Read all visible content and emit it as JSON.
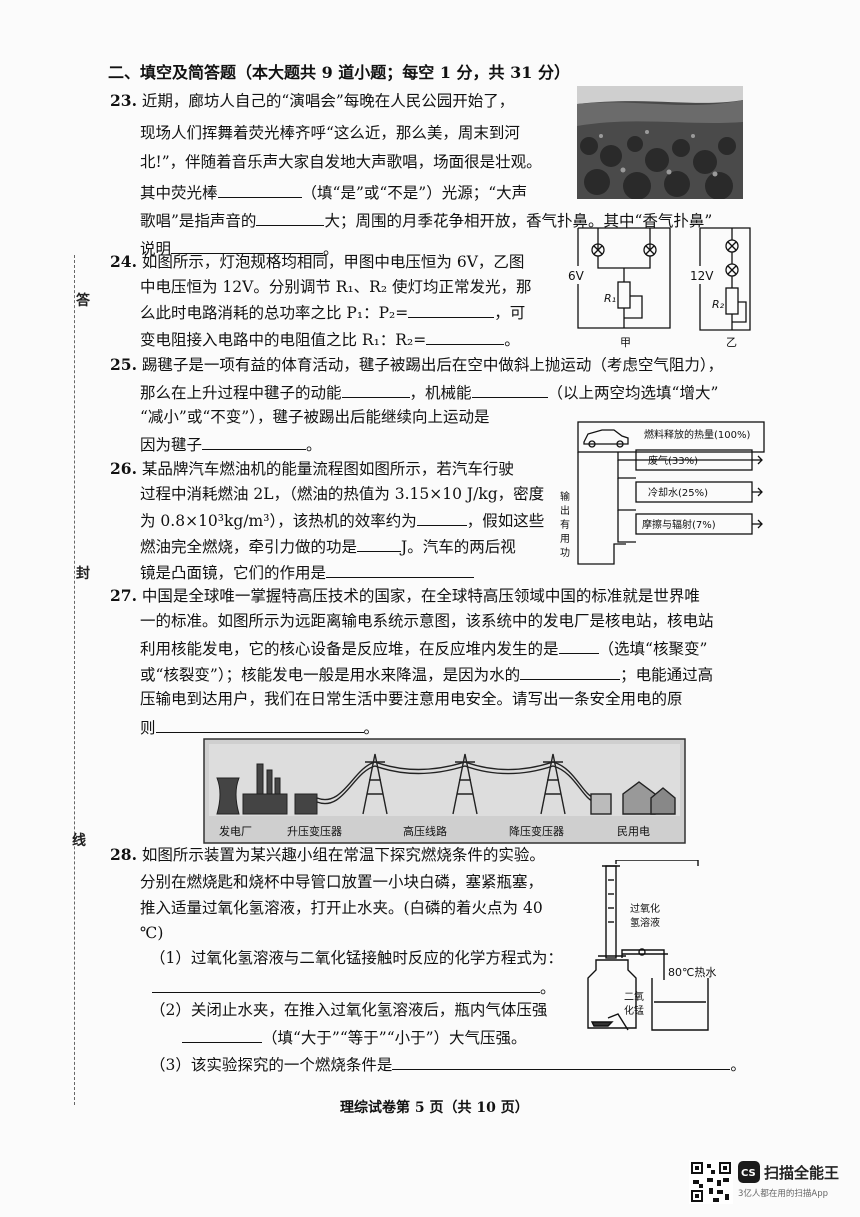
{
  "section_header": "二、填空及简答题（本大题共 9 道小题；每空 1 分，共 31 分）",
  "q23": {
    "num": "23.",
    "l1": "近期，廊坊人自己的“演唱会”每晚在人民公园开始了，",
    "l2": "现场人们挥舞着荧光棒齐呼“这么近，那么美，周末到河",
    "l3": "北!”，伴随着音乐声大家自发地大声歌唱，场面很是壮观。",
    "l4a": "其中荧光棒",
    "l4b": "（填“是”或“不是”）光源；“大声",
    "l5a": "歌唱”是指声音的",
    "l5b": "大；周围的月季花争相开放，香气扑鼻。其中“香气扑鼻”",
    "l6a": "说明",
    "l6b": "。"
  },
  "q24": {
    "num": "24.",
    "l1": "如图所示，灯泡规格均相同，甲图中电压恒为 6V，乙图",
    "l2": "中电压恒为 12V。分别调节 R₁、R₂ 使灯均正常发光，那",
    "l3a": "么此时电路消耗的总功率之比 P₁：P₂=",
    "l3b": "，可",
    "l4a": "变电阻接入电路中的电阻值之比 R₁：R₂=",
    "l4b": "。",
    "fig": {
      "v1": "6V",
      "v2": "12V",
      "r1": "R₁",
      "r2": "R₂",
      "cap1": "甲",
      "cap2": "乙"
    }
  },
  "q25": {
    "num": "25.",
    "l1": "踢毽子是一项有益的体育活动，毽子被踢出后在空中做斜上抛运动（考虑空气阻力），",
    "l2a": "那么在上升过程中毽子的动能",
    "l2b": "，机械能",
    "l2c": "（以上两空均选填“增大”",
    "l3": "“减小”或“不变”），毽子被踢出后能继续向上运动是",
    "l4a": "因为毽子",
    "l4b": "。"
  },
  "q26": {
    "num": "26.",
    "l1": "某品牌汽车燃油机的能量流程图如图所示，若汽车行驶",
    "l2": "过程中消耗燃油 2L，（燃油的热值为 3.15×10 J/kg，密度",
    "l3a": "为 0.8×10³kg/m³），该热机的效率约为",
    "l3b": "，假如这些",
    "l4a": "燃油完全燃烧，牵引力做的功是",
    "l4b": "J。汽车的两后视",
    "l5": "镜是凸面镜，它们的作用是",
    "fig": {
      "top": "燃料释放的热量(100%)",
      "a": "废气(33%)",
      "b": "冷却水(25%)",
      "c": "摩擦与辐射(7%)",
      "side": [
        "输",
        "出",
        "有",
        "用",
        "功"
      ]
    }
  },
  "q27": {
    "num": "27.",
    "l1": "中国是全球唯一掌握特高压技术的国家，在全球特高压领域中国的标准就是世界唯",
    "l2": "一的标准。如图所示为远距离输电系统示意图，该系统中的发电厂是核电站，核电站",
    "l3a": "利用核能发电，它的核心设备是反应堆，在反应堆内发生的是",
    "l3b": "（选填“核聚变”",
    "l4a": "或“核裂变”）；核能发电一般是用水来降温，是因为水的",
    "l4b": "；电能通过高",
    "l5": "压输电到达用户，我们在日常生活中要注意用电安全。请写出一条安全用电的原",
    "l6a": "则",
    "l6b": "。",
    "fig": [
      "发电厂",
      "升压变压器",
      "高压线路",
      "降压变压器",
      "民用电"
    ]
  },
  "q28": {
    "num": "28.",
    "l1": "如图所示装置为某兴趣小组在常温下探究燃烧条件的实验。",
    "l2": "分别在燃烧匙和烧杯中导管口放置一小块白磷，塞紧瓶塞，",
    "l3": "推入适量过氧化氢溶液，打开止水夹。(白磷的着火点为 40",
    "l4": "℃)",
    "s1": "（1）过氧化氢溶液与二氧化锰接触时反应的化学方程式为：",
    "s1end": "。",
    "s2a": "（2）关闭止水夹，在推入过氧化氢溶液后，瓶内气体压强",
    "s2b": "（填“大于”“等于”“小于”）大气压强。",
    "s3a": "（3）该实验探究的一个燃烧条件是",
    "s3b": "。",
    "fig": {
      "a": "过氧化",
      "b": "氢溶液",
      "c": "80℃热水",
      "d": "二氧",
      "e": "化锰"
    }
  },
  "side_marks": [
    "答",
    "封",
    "线"
  ],
  "footer": "理综试卷第 5 页（共 10 页）",
  "watermark": {
    "brand": "扫描全能王",
    "sub": "3亿人都在用的扫描App",
    "badge": "CS"
  }
}
